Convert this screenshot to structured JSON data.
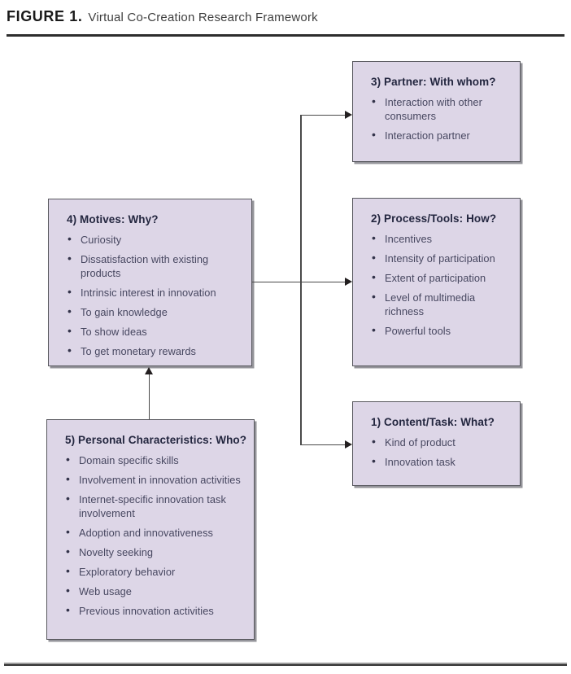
{
  "figure": {
    "label": "FIGURE 1.",
    "title": "Virtual Co-Creation Research Framework"
  },
  "colors": {
    "box_fill": "#ddd6e7",
    "box_border": "#58585e",
    "heading_text": "#23263f",
    "bullet_text": "#474760",
    "line_color": "#4a4a4a",
    "rule_dark": "#2d2d2d"
  },
  "boxes": {
    "partner": {
      "heading": "3) Partner: With whom?",
      "items": [
        "Interaction with other consumers",
        "Interaction partner"
      ]
    },
    "process_tools": {
      "heading": "2) Process/Tools: How?",
      "items": [
        "Incentives",
        "Intensity of participation",
        "Extent of participation",
        "Level of multimedia richness",
        "Powerful tools"
      ]
    },
    "content_task": {
      "heading": "1) Content/Task: What?",
      "items": [
        "Kind of product",
        "Innovation task"
      ]
    },
    "motives": {
      "heading": "4) Motives: Why?",
      "items": [
        "Curiosity",
        "Dissatisfaction with existing products",
        "Intrinsic interest in innovation",
        "To gain knowledge",
        "To show ideas",
        "To get monetary rewards"
      ]
    },
    "personal": {
      "heading": "5) Personal Characteristics: Who?",
      "items": [
        "Domain specific skills",
        "Involvement in innovation activities",
        "Internet-specific innovation task involvement",
        "Adoption and innovativeness",
        "Novelty seeking",
        "Exploratory behavior",
        "Web usage",
        "Previous innovation activities"
      ]
    }
  }
}
